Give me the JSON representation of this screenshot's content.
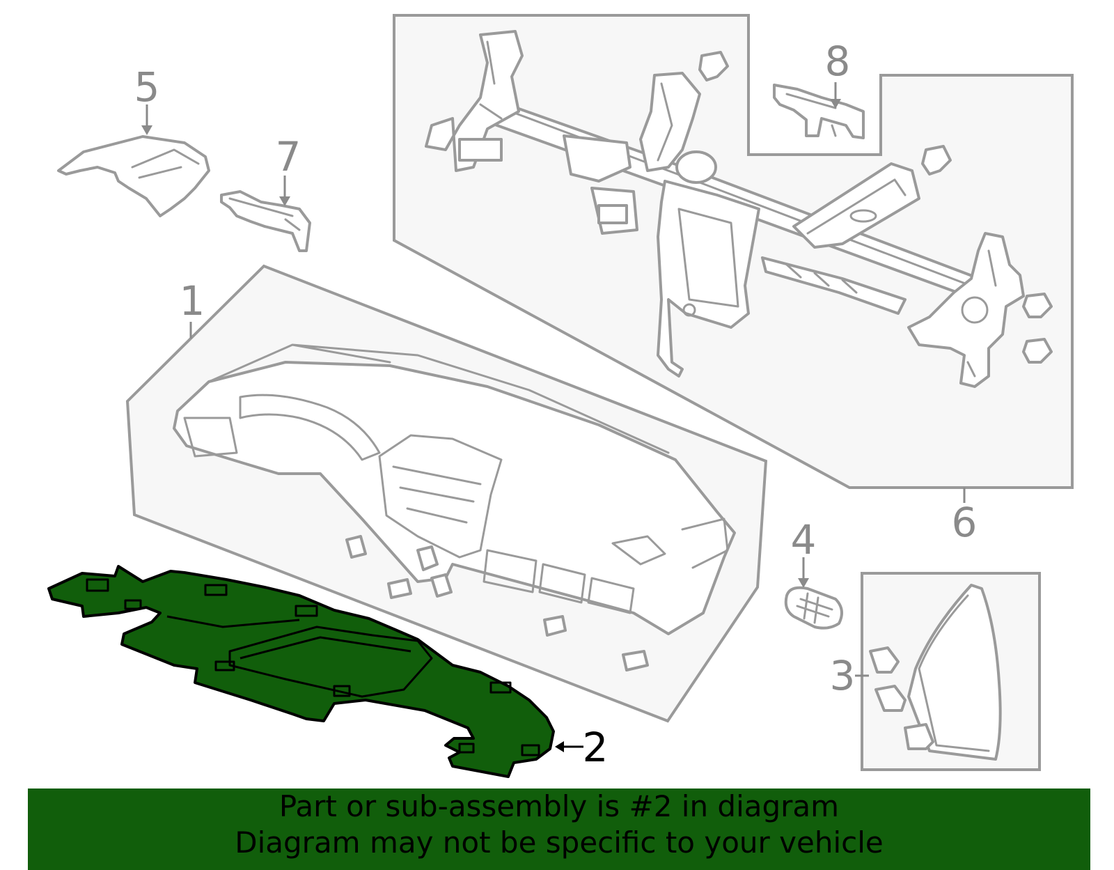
{
  "callouts": {
    "c1": "1",
    "c2": "2",
    "c3": "3",
    "c4": "4",
    "c5": "5",
    "c6": "6",
    "c7": "7",
    "c8": "8"
  },
  "banner": {
    "line1": "Part or sub-assembly is #2 in diagram",
    "line2": "Diagram may not be specific to your vehicle"
  },
  "colors": {
    "highlight": "#115e0b",
    "line_gray": "#9a9a9a",
    "box_fill": "#f7f7f7",
    "banner": "#115e0b"
  }
}
